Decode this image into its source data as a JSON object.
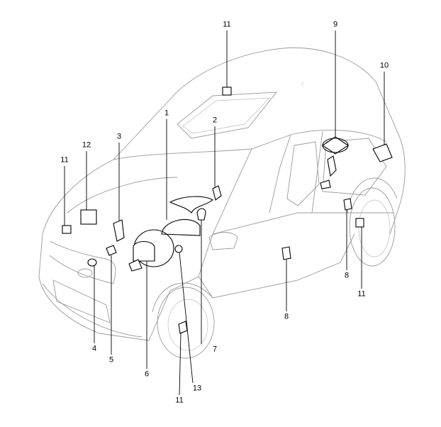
{
  "callouts": [
    {
      "id": "c11a",
      "label": "11"
    },
    {
      "id": "c9",
      "label": "9"
    },
    {
      "id": "c10",
      "label": "10"
    },
    {
      "id": "c1",
      "label": "1"
    },
    {
      "id": "c2",
      "label": "2"
    },
    {
      "id": "c3",
      "label": "3"
    },
    {
      "id": "c12",
      "label": "12"
    },
    {
      "id": "c11b",
      "label": "11"
    },
    {
      "id": "c8a",
      "label": "8"
    },
    {
      "id": "c11c",
      "label": "11"
    },
    {
      "id": "c8b",
      "label": "8"
    },
    {
      "id": "c7",
      "label": "7"
    },
    {
      "id": "c4",
      "label": "4"
    },
    {
      "id": "c5",
      "label": "5"
    },
    {
      "id": "c6",
      "label": "6"
    },
    {
      "id": "c13",
      "label": "13"
    },
    {
      "id": "c11d",
      "label": "11"
    }
  ]
}
